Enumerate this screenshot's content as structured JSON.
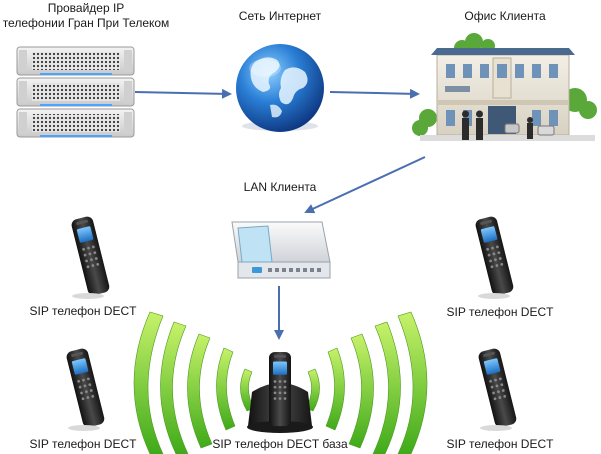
{
  "provider_label_line1": "Провайдер IP",
  "provider_label_line2": "телефонии Гран При Телеком",
  "internet_label": "Сеть Интернет",
  "office_label": "Офис Клиента",
  "lan_label": "LAN Клиента",
  "phones": {
    "left_top": "SIP телефон DECT",
    "left_bottom": "SIP телефон DECT",
    "right_top": "SIP телефон DECT",
    "right_bottom": "SIP телефон DECT"
  },
  "base_label": "SIP телефон DECT база",
  "colors": {
    "arrow": "#4a6fb0",
    "wave": "#7ed321",
    "globe": "#1f5fbf",
    "phone": "#2b2b2b",
    "screen": "#3a8fd6"
  },
  "icons": [
    "server-icon",
    "globe-icon",
    "office-building-icon",
    "router-icon",
    "dect-handset-icon",
    "dect-base-icon",
    "signal-waves-icon",
    "arrow-icon"
  ]
}
